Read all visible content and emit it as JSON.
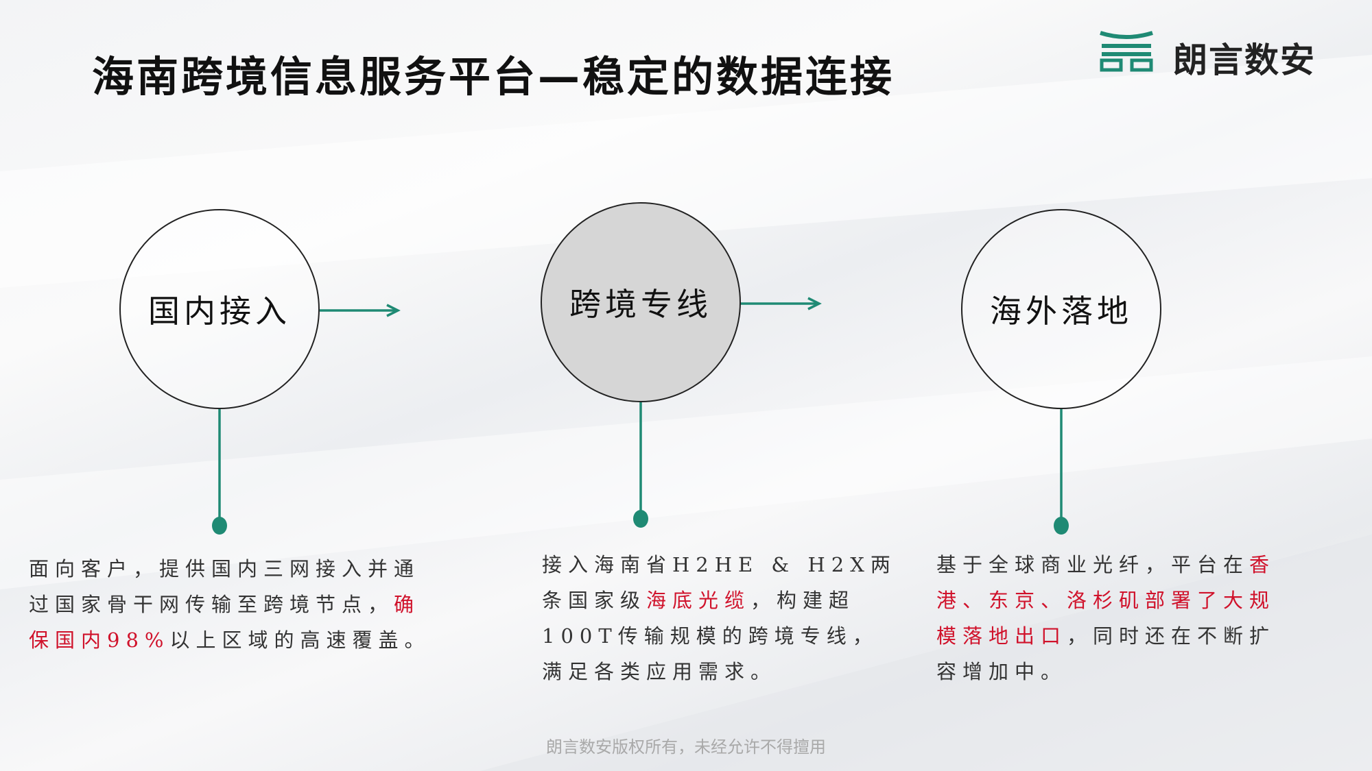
{
  "header": {
    "title": "海南跨境信息服务平台—稳定的数据连接",
    "logo": {
      "icon": "longyan-logo-icon",
      "text": "朗言数安",
      "brand_color": "#1f8a74"
    }
  },
  "steps": [
    {
      "label": "国内接入",
      "description_parts": [
        {
          "text": "面向客户，提供国内三网接入并通过国家骨干网传输至跨境节点，",
          "highlight": false
        },
        {
          "text": "确保国内98%",
          "highlight": true
        },
        {
          "text": "以上区域的高速覆盖。",
          "highlight": false
        }
      ]
    },
    {
      "label": "跨境专线",
      "description_parts": [
        {
          "text": "接入海南省H2HE & H2X两条国家级",
          "highlight": false
        },
        {
          "text": "海底光缆",
          "highlight": true
        },
        {
          "text": "，构建超100T传输规模的跨境专线，满足各类应用需求。",
          "highlight": false
        }
      ]
    },
    {
      "label": "海外落地",
      "description_parts": [
        {
          "text": "基于全球商业光纤，平台在",
          "highlight": false
        },
        {
          "text": "香港、东京、洛杉矶部署了大规模落地出口",
          "highlight": true
        },
        {
          "text": "，同时还在不断扩容增加中。",
          "highlight": false
        }
      ]
    }
  ],
  "colors": {
    "accent": "#1f8a74",
    "highlight": "#d0122b",
    "active_circle_fill": "#d6d6d6"
  },
  "footer": {
    "copyright": "朗言数安版权所有，未经允许不得擅用"
  }
}
